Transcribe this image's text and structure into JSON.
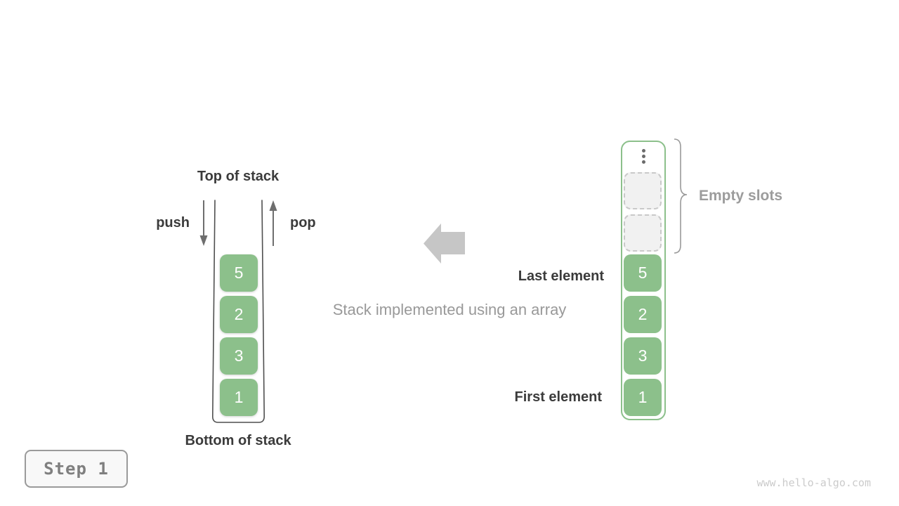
{
  "diagram": {
    "left_stack": {
      "top_label": "Top of stack",
      "push_label": "push",
      "pop_label": "pop",
      "items": [
        "5",
        "2",
        "3",
        "1"
      ],
      "bottom_label": "Bottom of stack"
    },
    "center": {
      "caption": "Stack implemented using an array"
    },
    "right_array": {
      "empty_slots_count": 2,
      "items": [
        "5",
        "2",
        "3",
        "1"
      ],
      "empty_slots_label": "Empty slots",
      "last_element_label": "Last element",
      "first_element_label": "First element"
    },
    "footer": {
      "step_label": "Step 1",
      "watermark": "www.hello-algo.com"
    },
    "colors": {
      "box_green": "#8cc08b",
      "container_line": "#4f4f4f",
      "dark_label": "#3b3b3b",
      "gray_text": "#999999",
      "arrow_gray": "#c6c6c6",
      "slot_fill": "#f1f1f1",
      "slot_border": "#c9c9c9",
      "watermark_gray": "#cbcbcb"
    }
  }
}
